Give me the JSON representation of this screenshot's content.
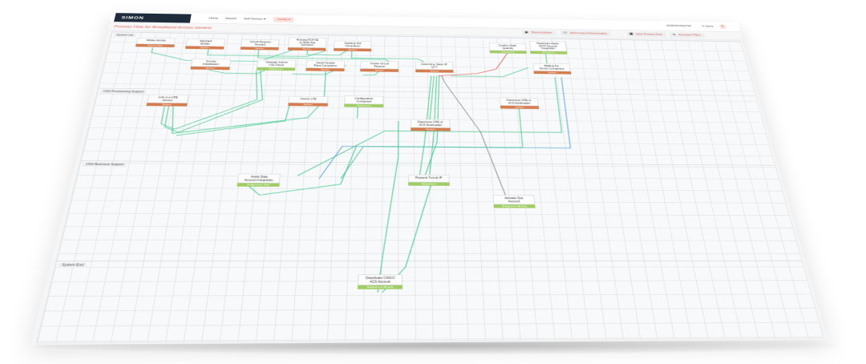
{
  "app": {
    "logo": "SIMON"
  },
  "nav": {
    "home": "Home",
    "report": "Report",
    "self_service": "Self Service",
    "self_service_caret": "▾",
    "config": "Config",
    "config_caret": "▾"
  },
  "user": {
    "role": "ADMINISTRATOR",
    "name": "Yr Neele",
    "icon_name": "logout-icon",
    "icon_glyph": "✎"
  },
  "page": {
    "title": "Process Flow for Broadband Access Generic"
  },
  "toolbar": {
    "show_activities": "Show Activities",
    "add_context": "Add Context Determination",
    "save_flow": "Save Process Flow",
    "execution_plans": "Execution Plans"
  },
  "lanes": [
    {
      "label": "System Init"
    },
    {
      "label": "OSS Provisioning Support"
    },
    {
      "label": "OSS Business Support"
    },
    {
      "label": "System End"
    }
  ],
  "nodes": [
    {
      "id": "n1",
      "lines": [
        "Initiate Activity"
      ],
      "badge": "System Start",
      "kind": "orange"
    },
    {
      "id": "n2",
      "lines": [
        "Standard",
        "Builder"
      ],
      "badge": "System",
      "kind": "orange"
    },
    {
      "id": "n3",
      "lines": [
        "Circuit Request",
        "Needed"
      ],
      "badge": "System",
      "kind": "orange"
    },
    {
      "id": "n4",
      "lines": [
        "Routing POP PE",
        "or NGR Site",
        "Selection"
      ],
      "badge": "System",
      "kind": "orange"
    },
    {
      "id": "n5",
      "lines": [
        "Awaiting ISA",
        "Completion"
      ],
      "badge": "System",
      "kind": "orange"
    },
    {
      "id": "n6",
      "lines": [
        "Confirm Static",
        "Quantity"
      ],
      "badge": "Subprocess",
      "kind": "green"
    },
    {
      "id": "n7",
      "lines": [
        "Deactivate Radio",
        "LETP Account",
        "Integration"
      ],
      "badge": "Subprocess",
      "kind": "green"
    },
    {
      "id": "n8",
      "lines": [
        "Service",
        "Initialization"
      ],
      "badge": "System",
      "kind": "orange"
    },
    {
      "id": "n9",
      "lines": [
        "Gateway Interim",
        "LTE Check"
      ],
      "badge": "Subprocess",
      "kind": "green"
    },
    {
      "id": "n10",
      "lines": [
        "Await Outside",
        "Plant Completion"
      ],
      "badge": "System",
      "kind": "orange"
    },
    {
      "id": "n11",
      "lines": [
        "Create Circuit",
        "Request"
      ],
      "badge": "System",
      "kind": "orange"
    },
    {
      "id": "n12",
      "lines": [
        "Determine Static IP",
        "QTY"
      ],
      "badge": "System",
      "kind": "orange"
    },
    {
      "id": "n13",
      "lines": [
        "Waiting For",
        "Device Completion"
      ],
      "badge": "System",
      "kind": "orange"
    },
    {
      "id": "n14",
      "lines": [
        "Link to a CPE",
        "Device"
      ],
      "badge": "System",
      "kind": "orange"
    },
    {
      "id": "n15",
      "lines": [
        "Interim LTE"
      ],
      "badge": "System",
      "kind": "orange"
    },
    {
      "id": "n16",
      "lines": [
        "Configuration",
        "Completed"
      ],
      "badge": "Subprocess",
      "kind": "green"
    },
    {
      "id": "n17",
      "lines": [
        "Determine CPE or",
        "ACS Destination"
      ],
      "badge": "System",
      "kind": "orange"
    },
    {
      "id": "n18",
      "lines": [
        "Determine CPE or",
        "ACS Destination"
      ],
      "badge": "System",
      "kind": "orange"
    },
    {
      "id": "n19",
      "lines": [
        "Assist Data",
        "Account Integration"
      ],
      "badge": "Subprocess Task",
      "kind": "green"
    },
    {
      "id": "n20",
      "lines": [
        "Request Tunnel IP"
      ],
      "badge": "Subprocess",
      "kind": "green"
    },
    {
      "id": "n21",
      "lines": [
        "Activate Ops",
        "Account"
      ],
      "badge": "Subprocess Activity",
      "kind": "green"
    },
    {
      "id": "n22",
      "lines": [
        "Deactivate CISCO",
        "ACS Account"
      ],
      "badge": "Subprocess Activity",
      "kind": "green"
    }
  ],
  "colors": {
    "accent": "#e0574f",
    "edge_green": "#3ec78a",
    "edge_blue": "#4a9fd8",
    "edge_red": "#e0574f",
    "edge_gray": "#8a8f96",
    "badge_orange": "#d57d4f",
    "badge_green": "#9fcd63"
  }
}
